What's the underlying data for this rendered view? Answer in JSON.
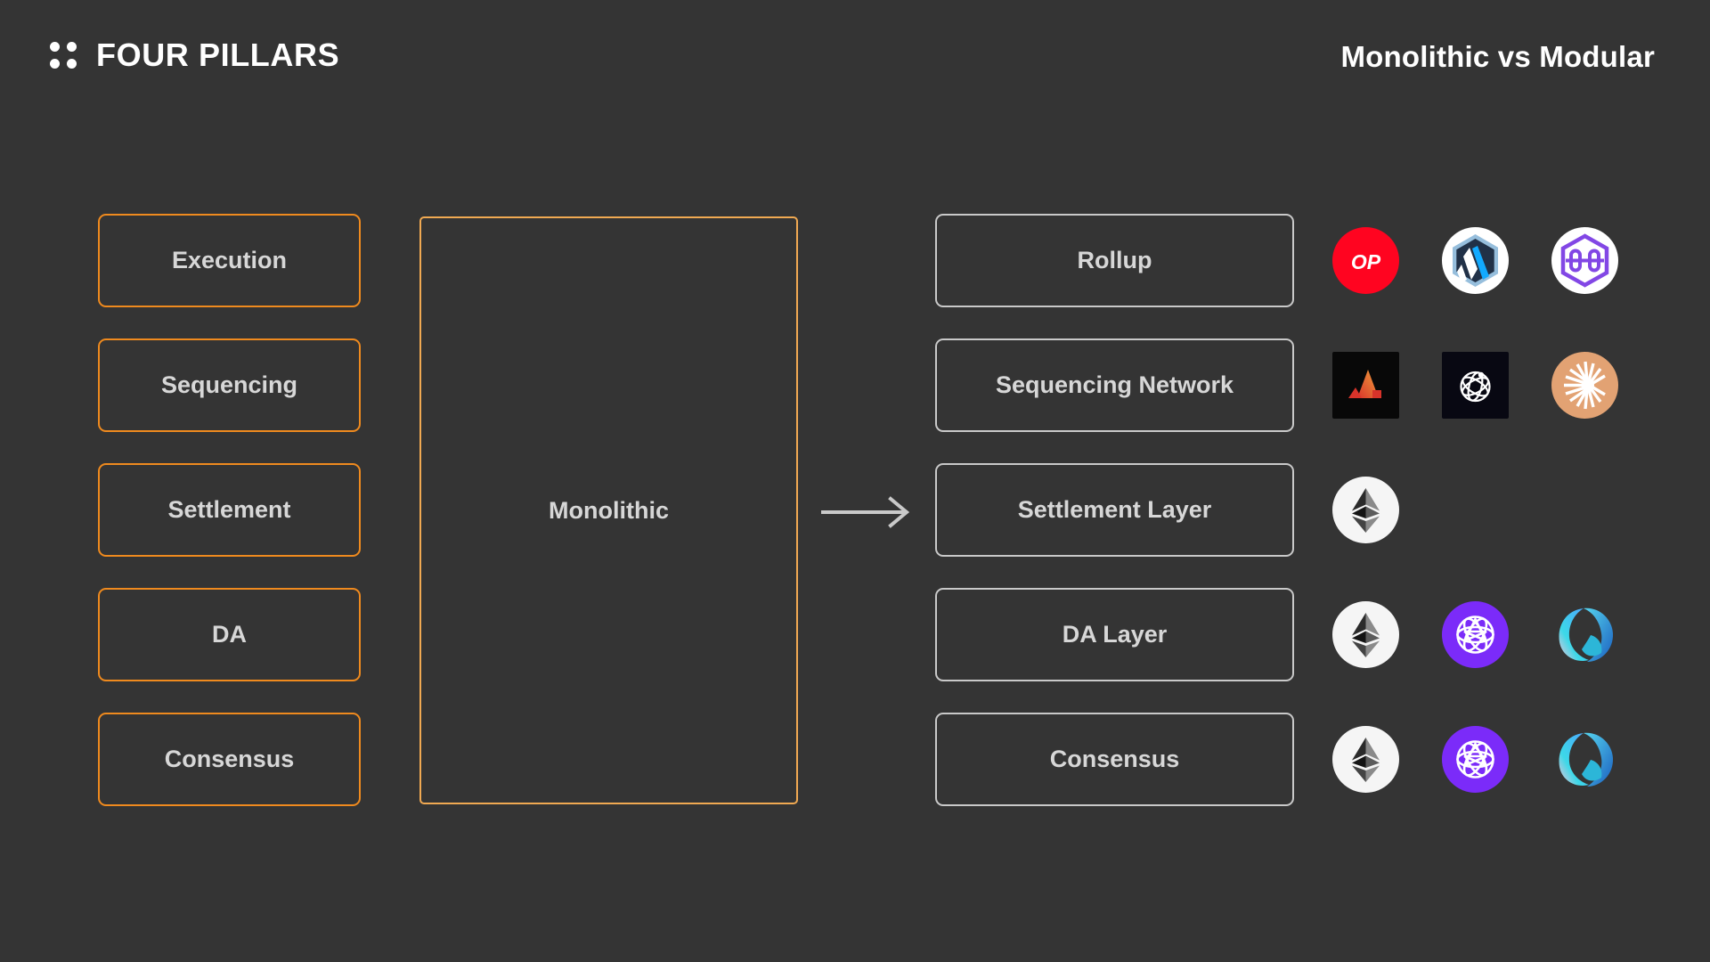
{
  "header": {
    "brand": "FOUR PILLARS",
    "logo_icon": "four-dots-icon",
    "title": "Monolithic vs Modular"
  },
  "colors": {
    "background": "#343434",
    "pillar_border": "#EF8A1E",
    "monolith_border": "#F0A952",
    "layer_border": "#C9C9C9",
    "text": "#D7D7D7",
    "heading": "#FFFFFF",
    "arrow": "#C9C9C9"
  },
  "left_column": {
    "items": [
      {
        "label": "Execution"
      },
      {
        "label": "Sequencing"
      },
      {
        "label": "Settlement"
      },
      {
        "label": "DA"
      },
      {
        "label": "Consensus"
      }
    ]
  },
  "center": {
    "label": "Monolithic",
    "arrow_icon": "arrow-right-icon"
  },
  "right_column": {
    "rows": [
      {
        "label": "Rollup",
        "logos": [
          {
            "name": "optimism-logo",
            "text": "OP"
          },
          {
            "name": "arbitrum-logo",
            "text": ""
          },
          {
            "name": "polygon-zkevm-logo",
            "text": ""
          }
        ]
      },
      {
        "label": "Sequencing Network",
        "logos": [
          {
            "name": "astria-logo",
            "text": ""
          },
          {
            "name": "espresso-logo",
            "text": ""
          },
          {
            "name": "radius-logo",
            "text": ""
          }
        ]
      },
      {
        "label": "Settlement Layer",
        "logos": [
          {
            "name": "ethereum-logo",
            "text": ""
          }
        ]
      },
      {
        "label": "DA Layer",
        "logos": [
          {
            "name": "ethereum-logo",
            "text": ""
          },
          {
            "name": "celestia-logo",
            "text": ""
          },
          {
            "name": "avail-logo",
            "text": ""
          }
        ]
      },
      {
        "label": "Consensus",
        "logos": [
          {
            "name": "ethereum-logo",
            "text": ""
          },
          {
            "name": "celestia-logo",
            "text": ""
          },
          {
            "name": "avail-logo",
            "text": ""
          }
        ]
      }
    ]
  }
}
